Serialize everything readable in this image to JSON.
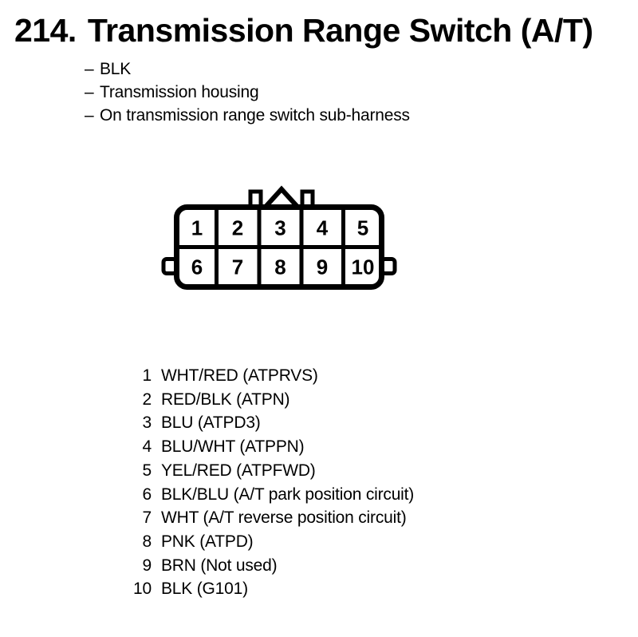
{
  "header": {
    "item_number": "214.",
    "title": "Transmission Range Switch (A/T)",
    "dash": "–",
    "bullets": [
      "BLK",
      "Transmission housing",
      "On transmission range switch sub-harness"
    ]
  },
  "connector": {
    "pins": [
      "1",
      "2",
      "3",
      "4",
      "5",
      "6",
      "7",
      "8",
      "9",
      "10"
    ]
  },
  "pin_list": [
    {
      "pin": "1",
      "desc": "WHT/RED (ATPRVS)"
    },
    {
      "pin": "2",
      "desc": "RED/BLK (ATPN)"
    },
    {
      "pin": "3",
      "desc": "BLU (ATPD3)"
    },
    {
      "pin": "4",
      "desc": "BLU/WHT (ATPPN)"
    },
    {
      "pin": "5",
      "desc": "YEL/RED (ATPFWD)"
    },
    {
      "pin": "6",
      "desc": "BLK/BLU (A/T park position circuit)"
    },
    {
      "pin": "7",
      "desc": "WHT (A/T reverse position circuit)"
    },
    {
      "pin": "8",
      "desc": "PNK (ATPD)"
    },
    {
      "pin": "9",
      "desc": "BRN (Not used)"
    },
    {
      "pin": "10",
      "desc": "BLK (G101)"
    }
  ],
  "colors": {
    "ink": "#000000",
    "paper": "#ffffff"
  }
}
